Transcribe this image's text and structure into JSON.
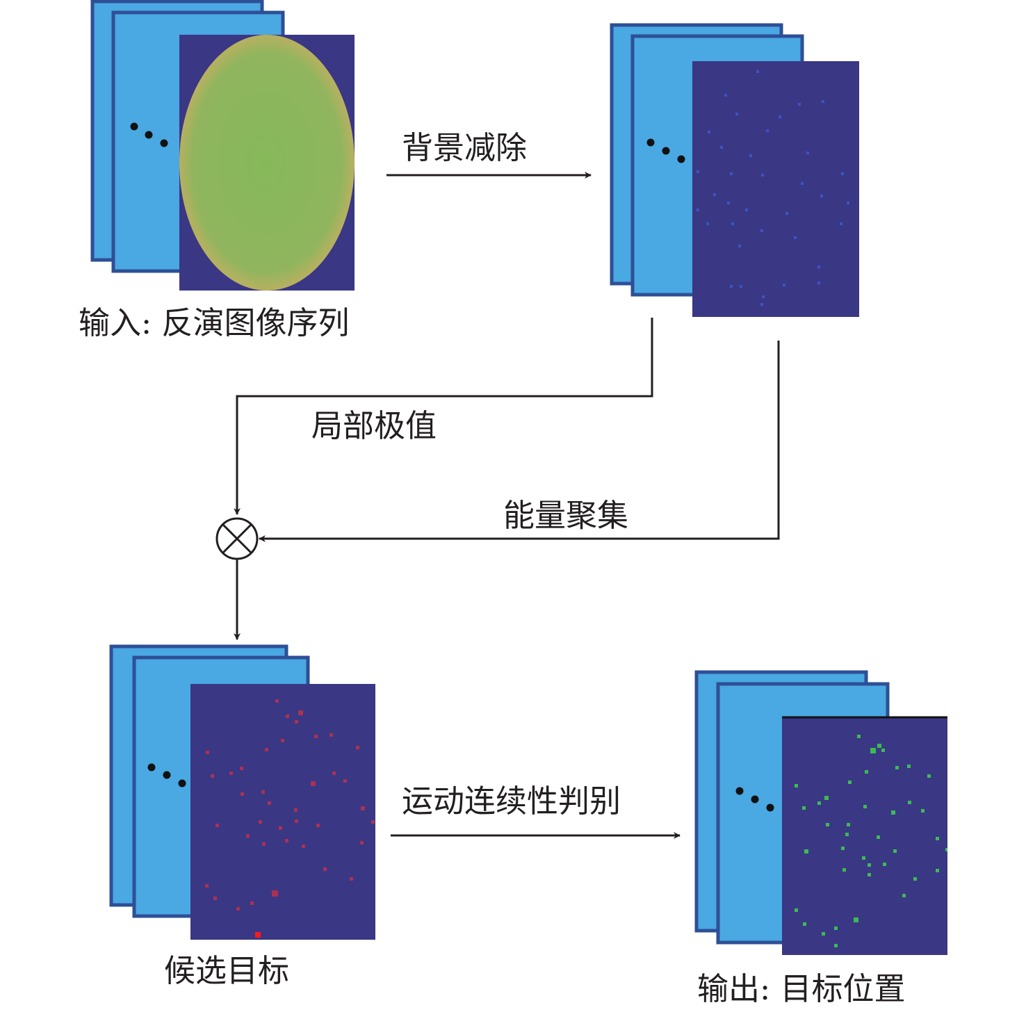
{
  "labels": {
    "input": "输入: 反演图像序列",
    "bg_subtract": "背景减除",
    "local_max": "局部极值",
    "energy": "能量聚集",
    "candidates": "候选目标",
    "motion": "运动连续性判别",
    "output": "输出: 目标位置"
  },
  "colors": {
    "frame_fill": "#4aa8e2",
    "frame_border": "#2e4f96",
    "image_bg": "#3a3785",
    "ellipse": "#8db55c",
    "bg_dots": "#3e54c4",
    "candidate_dots": "#c0304a",
    "candidate_bright": "#ff1a1a",
    "output_dots": "#3dbb52",
    "line": "#231f20"
  },
  "icons": {
    "ellipsis": "three-dots-ellipsis",
    "combine": "circled-times-icon"
  }
}
